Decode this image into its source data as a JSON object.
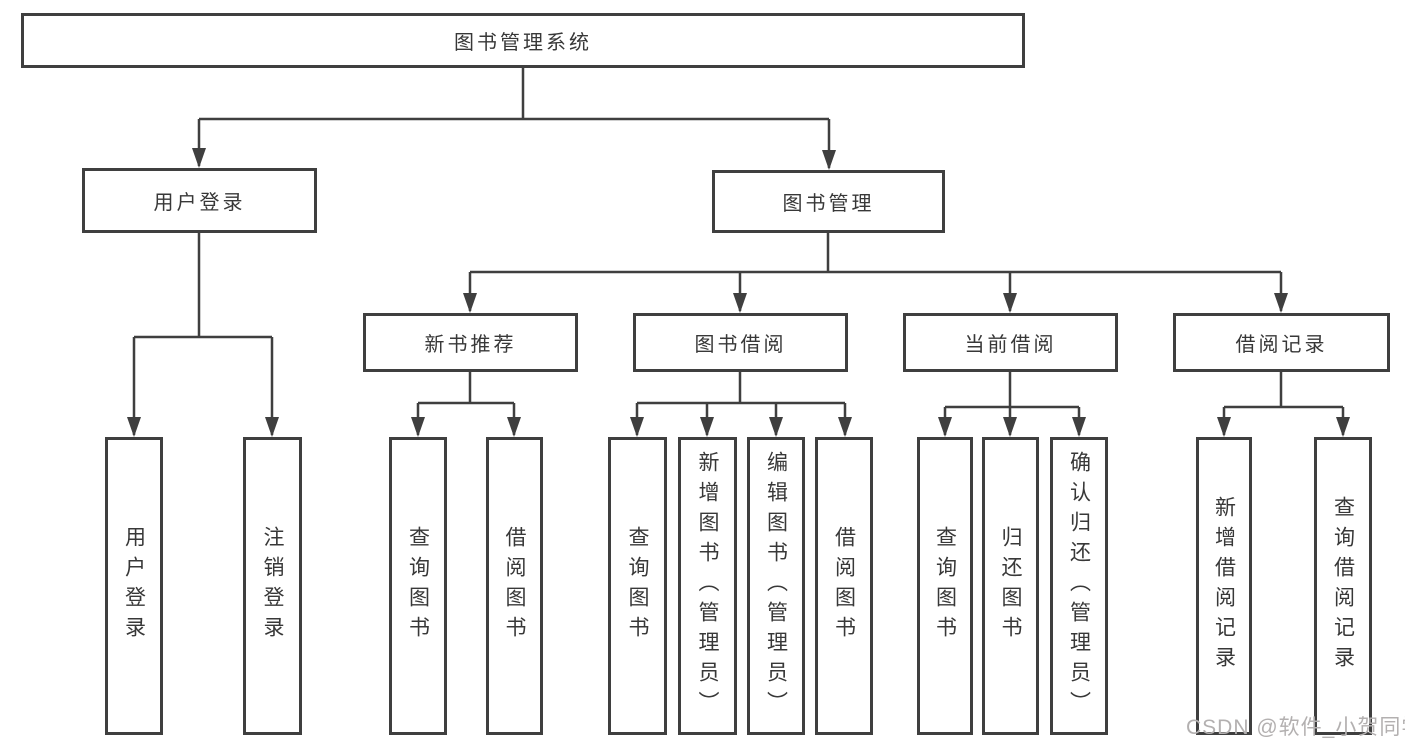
{
  "watermark": "CSDN @软件_小贺同学",
  "colors": {
    "line": "#3f3f3f",
    "box_border": "#3f3f3f",
    "text": "#383838",
    "background": "#ffffff",
    "watermark": "#b3b0b0"
  },
  "nodes": {
    "root": "图书管理系统",
    "user_login": "用户登录",
    "book_management": "图书管理",
    "new_book_recommend": "新书推荐",
    "book_borrow": "图书借阅",
    "current_borrow": "当前借阅",
    "borrow_records": "借阅记录",
    "leaves": {
      "user": [
        "用户登录",
        "注销登录"
      ],
      "recommend": [
        "查询图书",
        "借阅图书"
      ],
      "borrow": [
        "查询图书",
        "新增图书（管理员）",
        "编辑图书（管理员）",
        "借阅图书"
      ],
      "current": [
        "查询图书",
        "归还图书",
        "确认归还（管理员）"
      ],
      "records": [
        "新增借阅记录",
        "查询借阅记录"
      ]
    }
  }
}
